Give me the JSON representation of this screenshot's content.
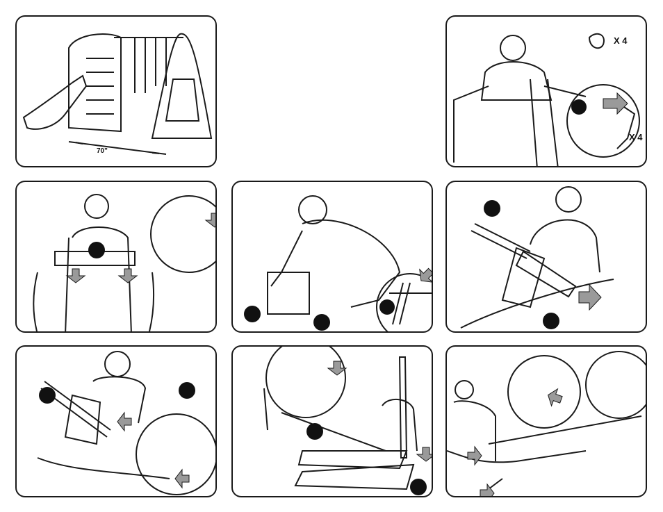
{
  "panels": {
    "overview": {
      "dimension": "70\""
    },
    "step1": {
      "qty_top": "X 4",
      "qty_bottom": "X 4"
    }
  },
  "colors": {
    "ink": "#1a1a1a",
    "arrow_fill": "#9a9a9a",
    "dot": "#111111"
  }
}
